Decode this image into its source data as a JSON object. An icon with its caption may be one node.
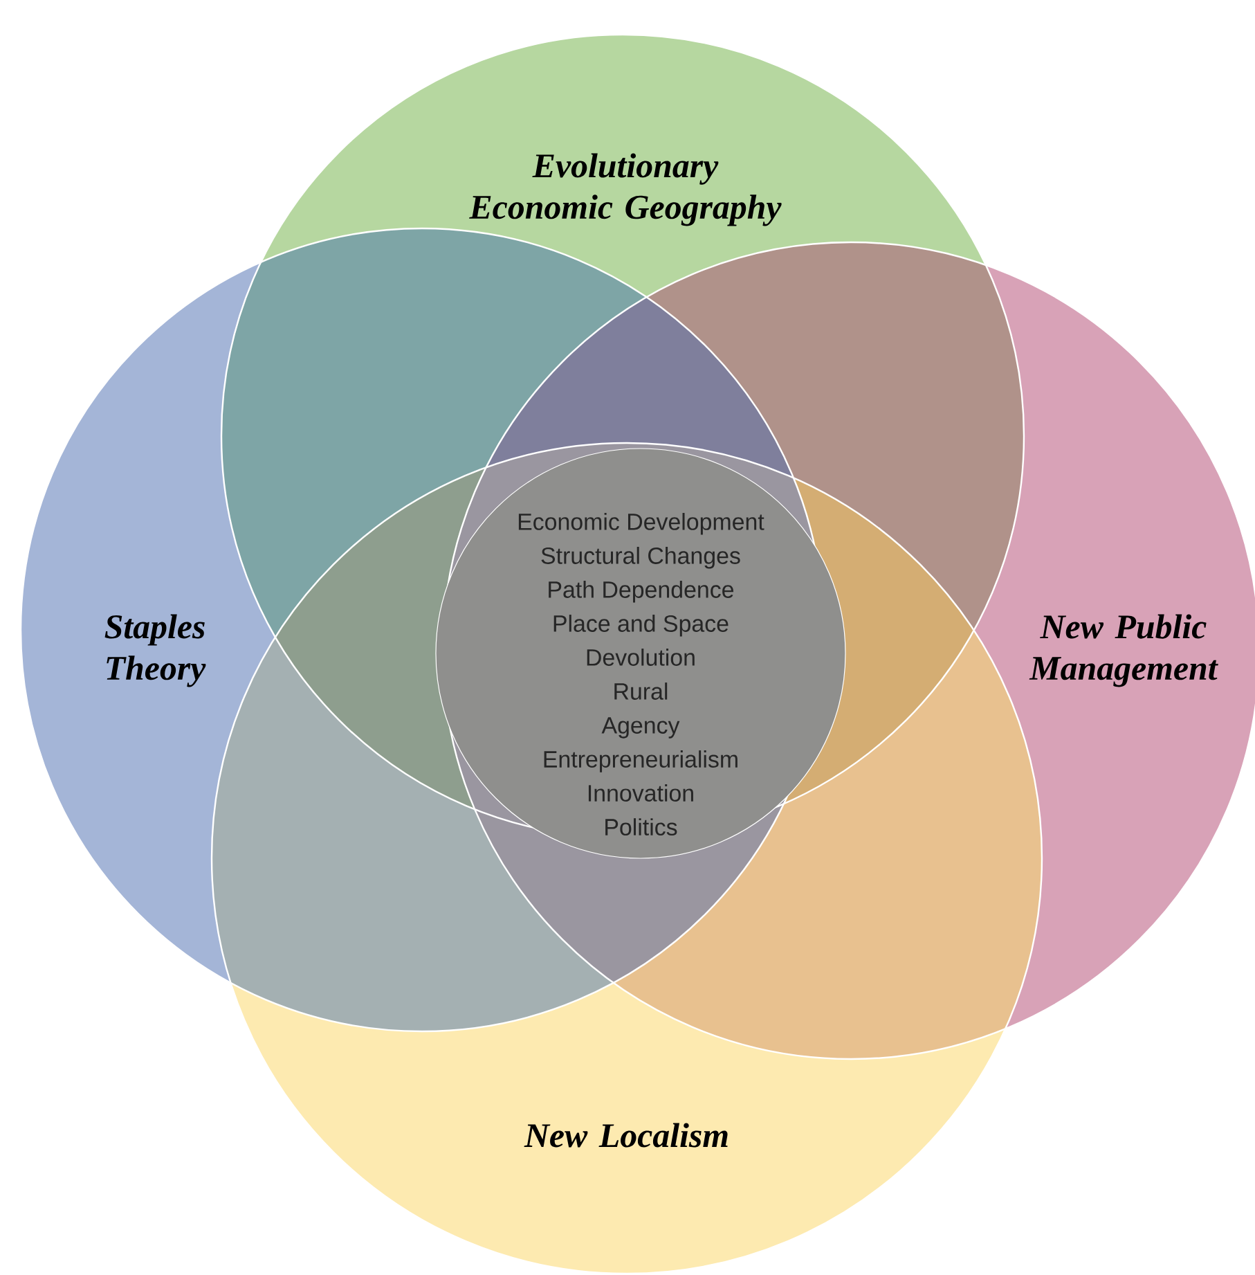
{
  "diagram": {
    "nodes": [
      {
        "text": [
          "Evolutionary Economic Geography"
        ]
      },
      {
        "text": [
          "Staples Theory"
        ]
      },
      {
        "text": [
          "New Public Management"
        ]
      },
      {
        "text": [
          "New Localism"
        ]
      },
      {
        "text": [
          "Economic Development",
          "Structural Changes",
          "Path Dependence",
          "Place and Space",
          "Devolution",
          "Rural",
          "Agency",
          "Entrepreneurialism",
          "Innovation",
          "Politics"
        ]
      }
    ]
  }
}
